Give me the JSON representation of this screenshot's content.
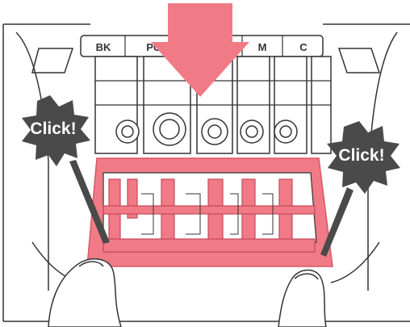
{
  "cartridge_labels": [
    "BK",
    "PGBK",
    "M",
    "C"
  ],
  "callouts": {
    "left": "Click!",
    "right": "Click!"
  },
  "colors": {
    "accent": "#f07b86",
    "accent_stroke": "#d85866",
    "callout_fill": "#4a4a4a",
    "line_art": "#333333"
  },
  "icons": [
    "down-arrow-icon",
    "starburst-icon",
    "hand-icon"
  ]
}
